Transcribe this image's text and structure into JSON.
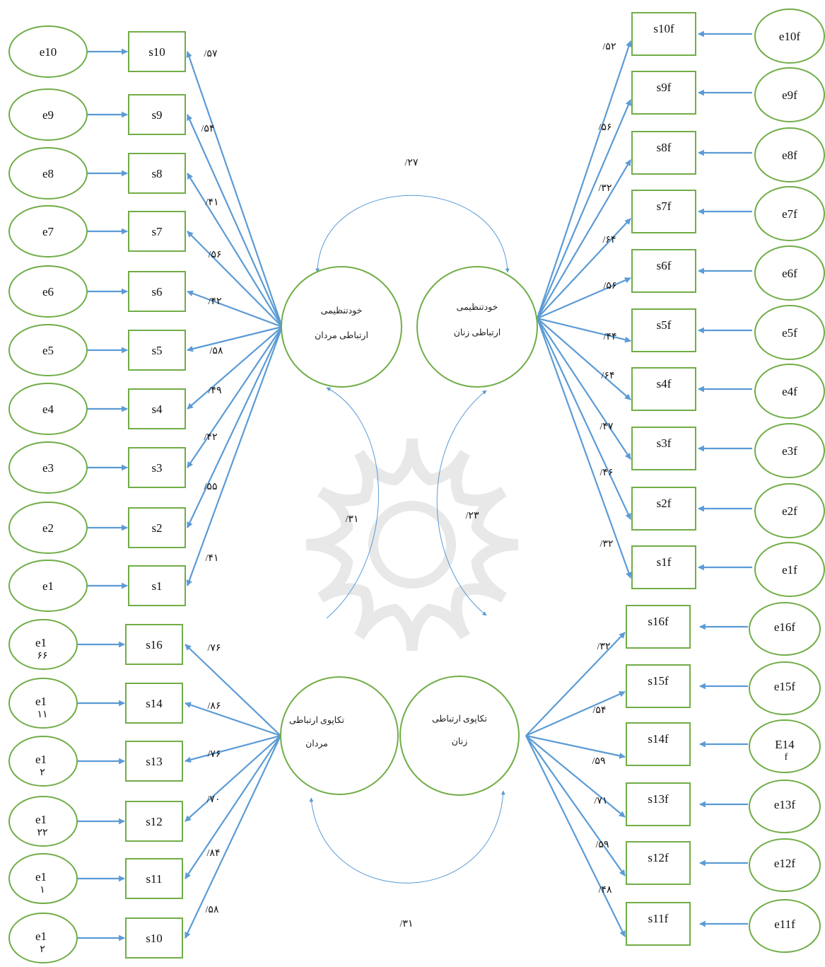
{
  "colors": {
    "node_border": "#70ad47",
    "arrow": "#5b9bd5",
    "curve": "#5b9bd5",
    "watermark": "#bfbfbf"
  },
  "latents": {
    "self_reg_men": [
      "خودتنظیمی",
      "ارتباطی مردان"
    ],
    "self_reg_women": [
      "خودتنظیمی",
      "ارتباطی زنان"
    ],
    "effort_men": [
      "تکاپوی ارتباطی",
      "مردان"
    ],
    "effort_women": [
      "تکاپوی ارتباطی",
      "زنان"
    ]
  },
  "left_top": [
    {
      "item": "s10",
      "error": "e10",
      "loading": "/۵۷"
    },
    {
      "item": "s9",
      "error": "e9",
      "loading": "/۵۴"
    },
    {
      "item": "s8",
      "error": "e8",
      "loading": "/۴۱"
    },
    {
      "item": "s7",
      "error": "e7",
      "loading": "/۵۶"
    },
    {
      "item": "s6",
      "error": "e6",
      "loading": "/۴۲"
    },
    {
      "item": "s5",
      "error": "e5",
      "loading": "/۵۸"
    },
    {
      "item": "s4",
      "error": "e4",
      "loading": "/۴۹"
    },
    {
      "item": "s3",
      "error": "e3",
      "loading": "/۴۲"
    },
    {
      "item": "s2",
      "error": "e2",
      "loading": "/۵۵"
    },
    {
      "item": "s1",
      "error": "e1",
      "loading": "/۴۱"
    }
  ],
  "left_bottom": [
    {
      "item": "s16",
      "error": "e1",
      "error_sub": "۶۶",
      "loading": "/۷۶"
    },
    {
      "item": "s14",
      "error": "e1",
      "error_sub": "۱۱",
      "loading": "/۸۶"
    },
    {
      "item": "s13",
      "error": "e1",
      "error_sub": "۲",
      "loading": "/۷۶"
    },
    {
      "item": "s12",
      "error": "e1",
      "error_sub": "۲۲",
      "loading": "/۷۰"
    },
    {
      "item": "s11",
      "error": "e1",
      "error_sub": "۱",
      "loading": "/۸۴"
    },
    {
      "item": "s10",
      "error": "e1",
      "error_sub": "۲",
      "loading": "/۵۸"
    }
  ],
  "right_top": [
    {
      "item": "s10f",
      "error": "e10f",
      "loading": "/۵۲"
    },
    {
      "item": "s9f",
      "error": "e9f",
      "loading": "/۵۶"
    },
    {
      "item": "s8f",
      "error": "e8f",
      "loading": "/۳۲"
    },
    {
      "item": "s7f",
      "error": "e7f",
      "loading": "/۶۴"
    },
    {
      "item": "s6f",
      "error": "e6f",
      "loading": "/۵۶"
    },
    {
      "item": "s5f",
      "error": "e5f",
      "loading": "/۴۴"
    },
    {
      "item": "s4f",
      "error": "e4f",
      "loading": "/۶۴"
    },
    {
      "item": "s3f",
      "error": "e3f",
      "loading": "/۴۷"
    },
    {
      "item": "s2f",
      "error": "e2f",
      "loading": "/۴۶"
    },
    {
      "item": "s1f",
      "error": "e1f",
      "loading": "/۳۲"
    }
  ],
  "right_bottom": [
    {
      "item": "s16f",
      "error": "e16f",
      "loading": "/۳۲"
    },
    {
      "item": "s15f",
      "error": "e15f",
      "loading": "/۵۴"
    },
    {
      "item": "s14f",
      "error": "E14",
      "error_sub": "f",
      "loading": "/۵۹"
    },
    {
      "item": "s13f",
      "error": "e13f",
      "loading": "/۷۱"
    },
    {
      "item": "s12f",
      "error": "e12f",
      "loading": "/۵۹"
    },
    {
      "item": "s11f",
      "error": "e11f",
      "loading": "/۴۸"
    }
  ],
  "correlations": {
    "top_self_reg": "/۲۷",
    "left_men": "/۳۱",
    "right_women": "/۲۳",
    "bottom_effort": "/۳۱"
  }
}
